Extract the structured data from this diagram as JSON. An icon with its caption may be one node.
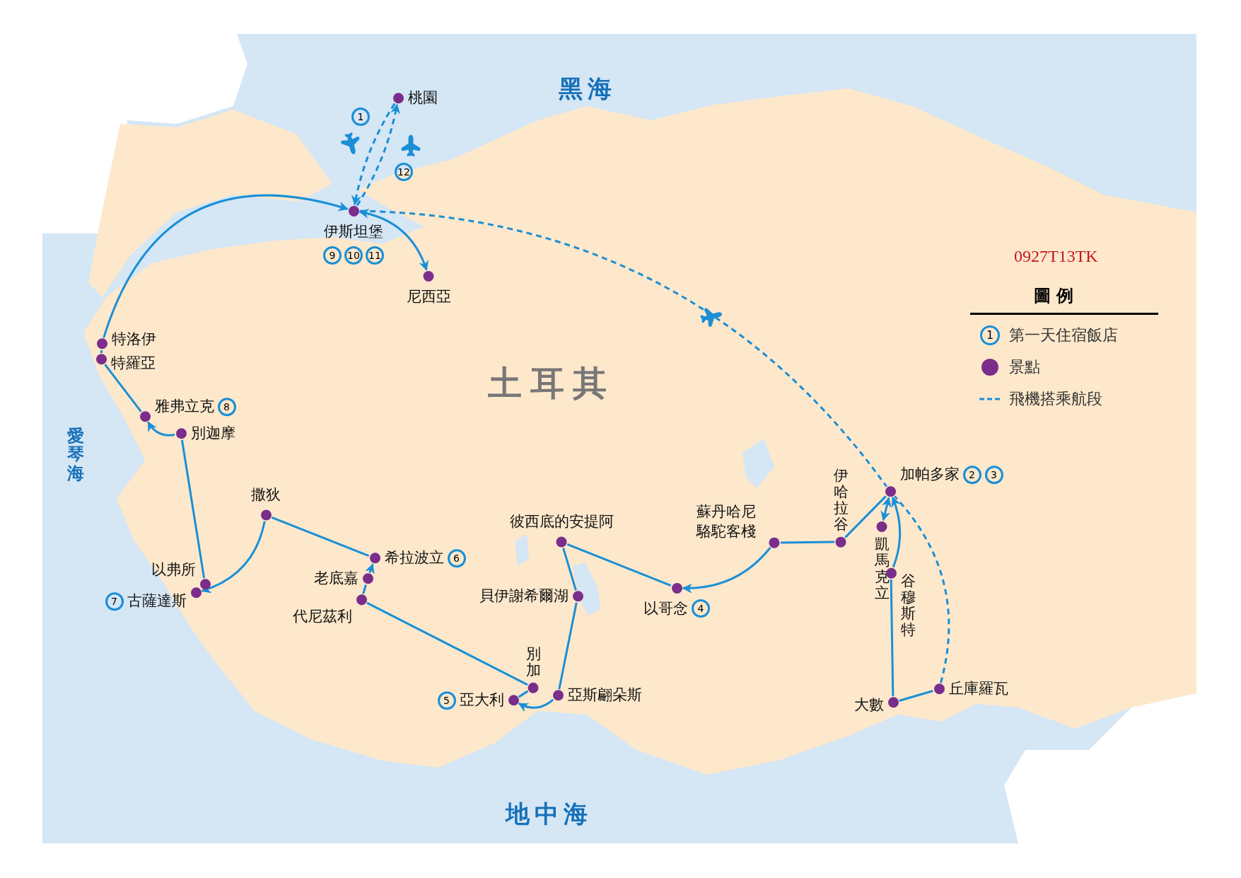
{
  "diagram": {
    "nodes": [
      {
        "text": [
          "桃園"
        ]
      },
      {
        "text": [
          "伊斯坦堡",
          "9",
          "10",
          "11"
        ]
      },
      {
        "text": [
          "尼西亞"
        ]
      },
      {
        "text": [
          "特洛伊"
        ]
      },
      {
        "text": [
          "特羅亞"
        ]
      },
      {
        "text": [
          "雅弗立克",
          "8"
        ]
      },
      {
        "text": [
          "別迦摩"
        ]
      },
      {
        "text": [
          "以弗所"
        ]
      },
      {
        "text": [
          "7",
          "古薩達斯"
        ]
      },
      {
        "text": [
          "撒狄"
        ]
      },
      {
        "text": [
          "希拉波立",
          "6"
        ]
      },
      {
        "text": [
          "老底嘉"
        ]
      },
      {
        "text": [
          "代尼茲利"
        ]
      },
      {
        "text": [
          "別加"
        ]
      },
      {
        "text": [
          "5",
          "亞大利"
        ]
      },
      {
        "text": [
          "亞斯翩朵斯"
        ]
      },
      {
        "text": [
          "貝伊謝希爾湖"
        ]
      },
      {
        "text": [
          "彼西底的安提阿"
        ]
      },
      {
        "text": [
          "以哥念",
          "4"
        ]
      },
      {
        "text": [
          "蘇丹哈尼駱駝客棧"
        ]
      },
      {
        "text": [
          "伊哈拉谷"
        ]
      },
      {
        "text": [
          "加帕多家",
          "2",
          "3"
        ]
      },
      {
        "text": [
          "凱馬克立"
        ]
      },
      {
        "text": [
          "谷穆斯特"
        ]
      },
      {
        "text": [
          "大數"
        ]
      },
      {
        "text": [
          "丘庫羅瓦"
        ]
      },
      {
        "text": [
          "1"
        ]
      },
      {
        "text": [
          "12"
        ]
      }
    ],
    "edges": [
      {
        "from": 0,
        "to": 1,
        "arrow": "to",
        "style": "dashed"
      },
      {
        "from": 1,
        "to": 0,
        "arrow": "to",
        "style": "dashed"
      },
      {
        "from": 1,
        "to": 21,
        "arrow": "none",
        "style": "dashed"
      },
      {
        "from": 1,
        "to": 2,
        "arrow": "both"
      },
      {
        "from": 3,
        "to": 1,
        "arrow": "to"
      },
      {
        "from": 3,
        "to": 4,
        "arrow": "none"
      },
      {
        "from": 4,
        "to": 5,
        "arrow": "none"
      },
      {
        "from": 6,
        "to": 5,
        "arrow": "to"
      },
      {
        "from": 6,
        "to": 7,
        "arrow": "none"
      },
      {
        "from": 9,
        "to": 8,
        "arrow": "to"
      },
      {
        "from": 9,
        "to": 10,
        "arrow": "none"
      },
      {
        "from": 11,
        "to": 10,
        "arrow": "to"
      },
      {
        "from": 12,
        "to": 11,
        "arrow": "none"
      },
      {
        "from": 12,
        "to": 13,
        "arrow": "none"
      },
      {
        "from": 13,
        "to": 14,
        "arrow": "none"
      },
      {
        "from": 15,
        "to": 14,
        "arrow": "to"
      },
      {
        "from": 16,
        "to": 15,
        "arrow": "none"
      },
      {
        "from": 17,
        "to": 16,
        "arrow": "none"
      },
      {
        "from": 17,
        "to": 18,
        "arrow": "none"
      },
      {
        "from": 19,
        "to": 18,
        "arrow": "to"
      },
      {
        "from": 20,
        "to": 19,
        "arrow": "none"
      },
      {
        "from": 20,
        "to": 21,
        "arrow": "none"
      },
      {
        "from": 21,
        "to": 22,
        "arrow": "both"
      },
      {
        "from": 23,
        "to": 21,
        "arrow": "to"
      },
      {
        "from": 23,
        "to": 24,
        "arrow": "none"
      },
      {
        "from": 24,
        "to": 25,
        "arrow": "none"
      },
      {
        "from": 25,
        "to": 21,
        "arrow": "none",
        "style": "dashed"
      }
    ],
    "labels": [
      "黑海",
      "0927T13TK",
      "圖 例",
      "1",
      "土耳其",
      "愛琴海",
      "地中海"
    ],
    "legend": [
      {
        "text": "第一天住宿飯店"
      },
      {
        "text": "景點",
        "color": "#7b2d8b"
      },
      {
        "text": "飛機搭乘航段"
      }
    ]
  }
}
